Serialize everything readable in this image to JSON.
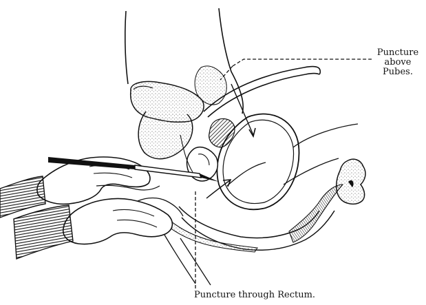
{
  "labels": {
    "puncture_above_pubes": [
      "Puncture",
      "above",
      "Pubes."
    ],
    "puncture_through_rectum": "Puncture through Rectum."
  },
  "colors": {
    "ink": "#111111",
    "stipple": "#6d6d6d",
    "paper": "#ffffff"
  }
}
